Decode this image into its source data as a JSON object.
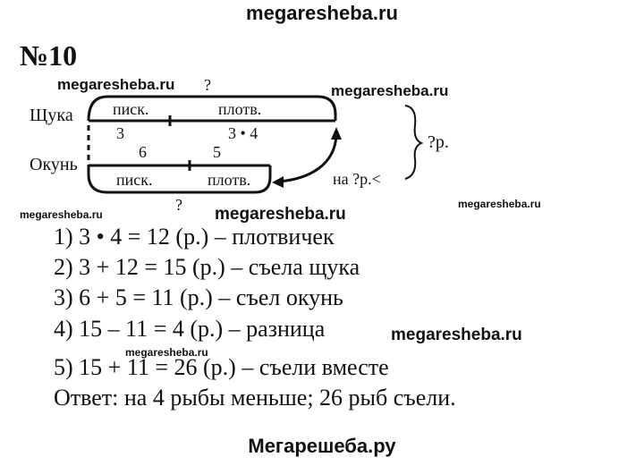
{
  "watermarks": {
    "top": "megaresheba.ru",
    "w1": "megaresheba.ru",
    "w2": "megaresheba.ru",
    "w3": "megaresheba.ru",
    "w4": "megaresheba.ru",
    "w5": "megaresheba.ru",
    "w6": "megaresheba.ru",
    "w7": "megaresheba.ru",
    "bottom": "Мегарешеба.ру"
  },
  "task": {
    "number": "№10"
  },
  "diagram": {
    "pike_label": "Щука",
    "perch_label": "Окунь",
    "pike_minnow_label": "писк.",
    "pike_roach_label": "плотв.",
    "pike_minnow_value": "3",
    "pike_roach_value": "3 • 4",
    "pike_total_question": "?",
    "perch_minnow_value": "6",
    "perch_roach_value": "5",
    "perch_minnow_label": "писк.",
    "perch_roach_label": "плотв.",
    "perch_total_question": "?",
    "difference_label": "на ?р.<",
    "sum_label": "?р."
  },
  "solution": [
    "1) 3 • 4 = 12 (р.) – плотвичек",
    "2) 3 + 12 = 15 (р.) – съела щука",
    "3) 6 + 5 = 11 (р.) – съел окунь",
    "4) 15 – 11 = 4 (р.) – разница",
    "5) 15 + 11 = 26 (р.) – съели вместе",
    "Ответ: на 4 рыбы меньше; 26 рыб съели."
  ]
}
